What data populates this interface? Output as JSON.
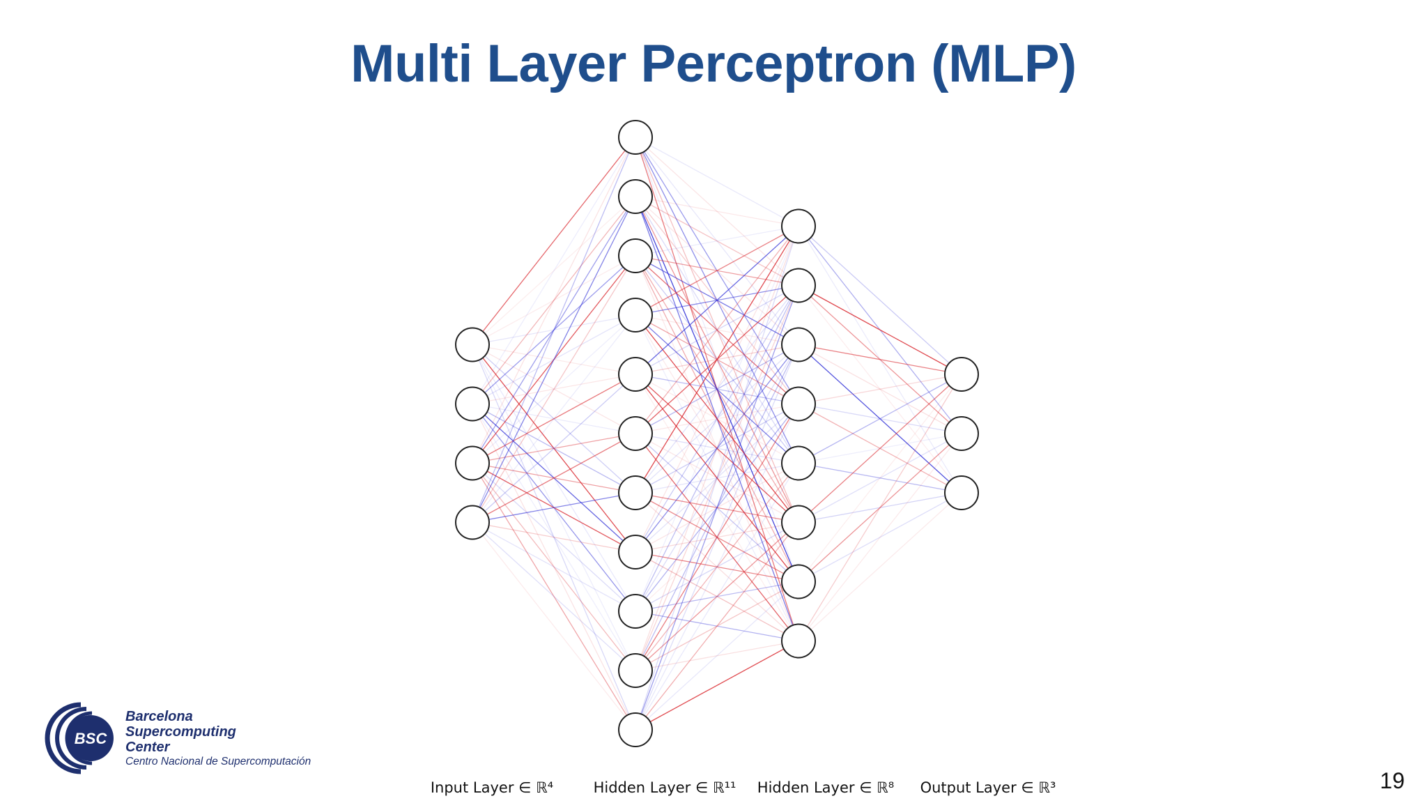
{
  "slide": {
    "title": "Multi Layer Perceptron (MLP)",
    "page_number": "19"
  },
  "logo": {
    "mark": "BSC",
    "name_lines": [
      "Barcelona",
      "Supercomputing",
      "Center"
    ],
    "subtitle": "Centro Nacional de Supercomputación",
    "color": "#1e2f6e"
  },
  "network": {
    "layer_sizes": [
      4,
      11,
      8,
      3
    ],
    "layer_labels": [
      "Input Layer ∈ ℝ⁴",
      "Hidden Layer ∈ ℝ¹¹",
      "Hidden Layer ∈ ℝ⁸",
      "Output Layer ∈ ℝ³"
    ],
    "positive_edge_color": "#d9242b",
    "negative_edge_color": "#2a2ad6",
    "node_fill": "#ffffff",
    "node_stroke": "#222222"
  }
}
